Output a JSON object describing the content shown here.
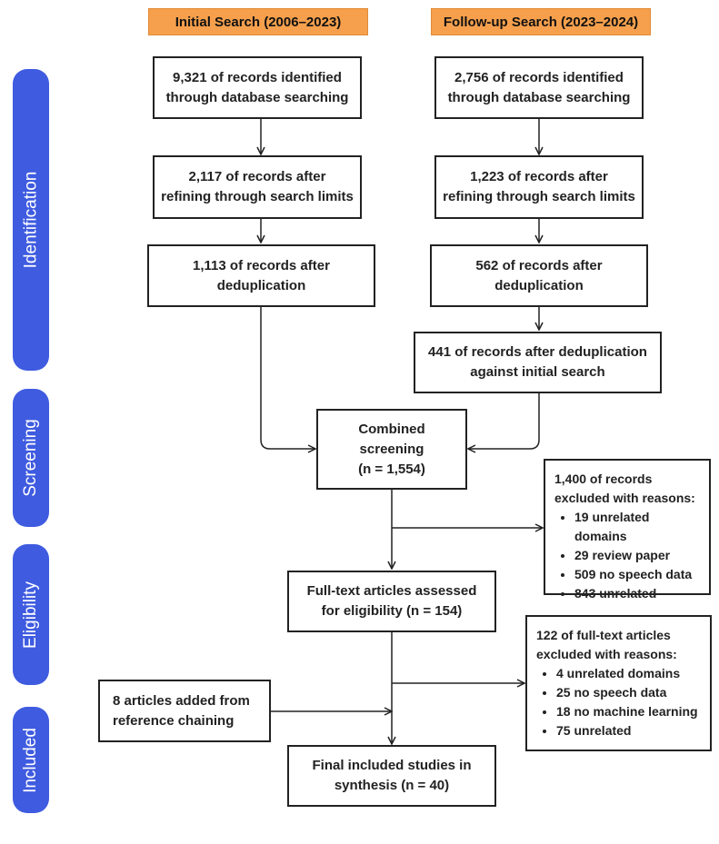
{
  "headers": {
    "initial": "Initial Search (2006–2023)",
    "followup": "Follow-up Search (2023–2024)"
  },
  "stages": {
    "identification": "Identification",
    "screening": "Screening",
    "eligibility": "Eligibility",
    "included": "Included"
  },
  "initial": {
    "db": "9,321 of records identified\nthrough database searching",
    "limits": "2,117 of records after\nrefining through search limits",
    "dedup": "1,113 of records after\ndeduplication"
  },
  "followup": {
    "db": "2,756 of records identified\nthrough database searching",
    "limits": "1,223 of records after\nrefining through search limits",
    "dedup": "562 of records after\ndeduplication",
    "dedup_initial": "441 of records after deduplication\nagainst initial search"
  },
  "combined": "Combined\nscreening\n(n = 1,554)",
  "excluded1": {
    "title": "1,400 of records\nexcluded with reasons:",
    "items": [
      "19 unrelated domains",
      "29 review paper",
      "509 no speech data",
      "843 unrelated"
    ]
  },
  "fulltext": "Full-text articles assessed\nfor eligibility (n = 154)",
  "excluded2": {
    "title": "122 of full-text articles\nexcluded with reasons:",
    "items": [
      "4 unrelated domains",
      "25 no speech data",
      "18 no machine learning",
      "75 unrelated"
    ]
  },
  "chaining": "8 articles added from\nreference chaining",
  "final": "Final included studies in\nsynthesis (n = 40)"
}
